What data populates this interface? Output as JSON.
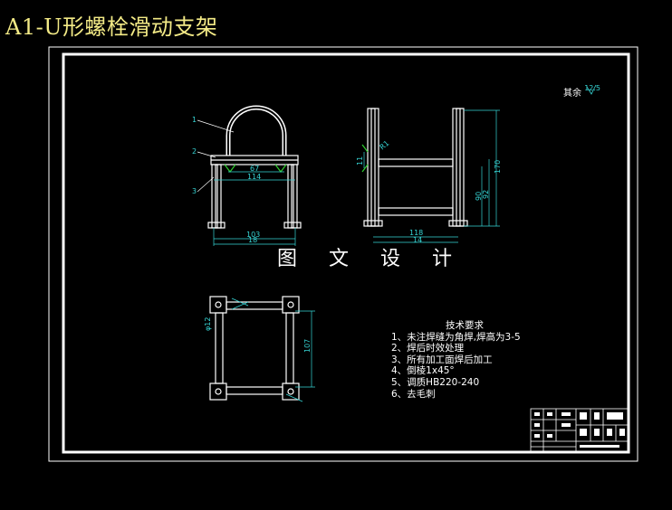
{
  "title": "A1-U形螺栓滑动支架",
  "watermark": "图 文 设 计",
  "roughness": {
    "label": "其余",
    "value": "12.5"
  },
  "requirements": {
    "title": "技术要求",
    "items": [
      "1、未注焊缝为角焊,焊高为3-5",
      "2、焊后时效处理",
      "3、所有加工面焊后加工",
      "4、倒棱1x45°",
      "5、调质HB220-240",
      "6、去毛刺"
    ]
  },
  "dimensions": {
    "front_inner": "67",
    "front_outer": "114",
    "front_base_a": "103",
    "front_base_b": "18",
    "side_r": "R1",
    "side_h_top": "170",
    "side_h_mid": "90",
    "side_h_low": "92",
    "side_base_a": "118",
    "side_base_b": "14",
    "side_small": "11",
    "top_dia": "φ12",
    "top_len": "107"
  },
  "balloons": [
    "1",
    "2",
    "3"
  ],
  "colors": {
    "drawing": "#ffffff",
    "dimension": "#36d4d4",
    "title": "#f3ea86",
    "weld": "#2fd02f"
  }
}
